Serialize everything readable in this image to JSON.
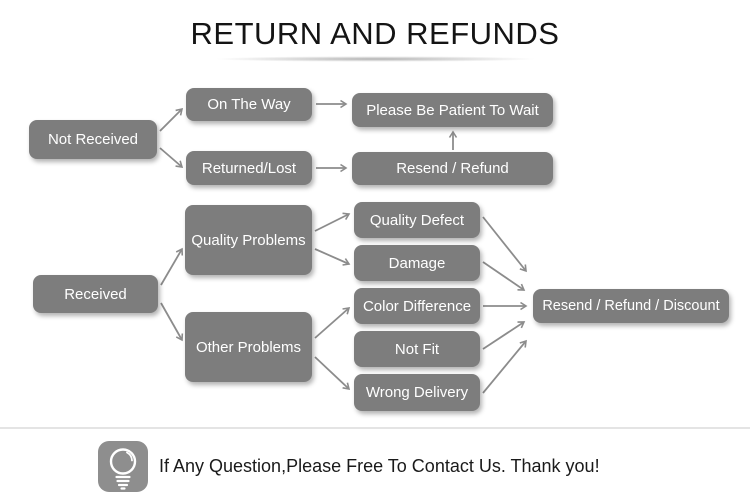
{
  "title": "RETURN AND REFUNDS",
  "colors": {
    "title": "#141414",
    "box": "#7d7d7d",
    "box_text": "#ffffff",
    "arrow": "#8c8c8c",
    "divider": "#e4e4e4",
    "icon_bg": "#8e8e8e",
    "footer_text": "#1a1a1a"
  },
  "nodes": {
    "not_received": "Not Received",
    "on_the_way": "On The Way",
    "returned_lost": "Returned/Lost",
    "please_wait": "Please Be Patient To Wait",
    "resend_refund": "Resend / Refund",
    "received": "Received",
    "quality_problems": "Quality Problems",
    "other_problems": "Other Problems",
    "quality_defect": "Quality Defect",
    "damage": "Damage",
    "color_difference": "Color Difference",
    "not_fit": "Not Fit",
    "wrong_delivery": "Wrong Delivery",
    "resend_refund_discount": "Resend / Refund / Discount"
  },
  "edges": [
    {
      "from": "not_received",
      "to": "on_the_way"
    },
    {
      "from": "not_received",
      "to": "returned_lost"
    },
    {
      "from": "on_the_way",
      "to": "please_wait"
    },
    {
      "from": "returned_lost",
      "to": "resend_refund"
    },
    {
      "from": "resend_refund",
      "to": "please_wait"
    },
    {
      "from": "received",
      "to": "quality_problems"
    },
    {
      "from": "received",
      "to": "other_problems"
    },
    {
      "from": "quality_problems",
      "to": "quality_defect"
    },
    {
      "from": "quality_problems",
      "to": "damage"
    },
    {
      "from": "other_problems",
      "to": "color_difference"
    },
    {
      "from": "other_problems",
      "to": "wrong_delivery"
    },
    {
      "from": "quality_defect",
      "to": "resend_refund_discount"
    },
    {
      "from": "damage",
      "to": "resend_refund_discount"
    },
    {
      "from": "color_difference",
      "to": "resend_refund_discount"
    },
    {
      "from": "not_fit",
      "to": "resend_refund_discount"
    },
    {
      "from": "wrong_delivery",
      "to": "resend_refund_discount"
    }
  ],
  "footer": {
    "icon": "lightbulb-icon",
    "message": "If Any Question,Please Free To Contact Us. Thank you!"
  }
}
